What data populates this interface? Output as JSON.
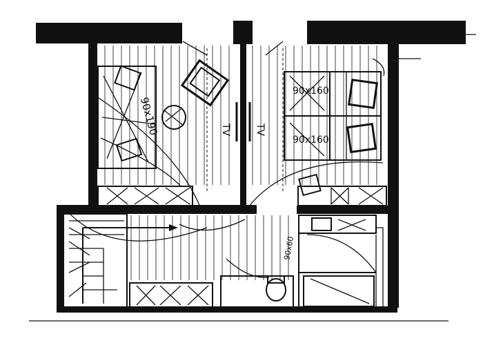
{
  "labels": {
    "bed_left": "90x190",
    "bed_right_top": "90x160",
    "bed_right_bottom": "90x160",
    "corridor_note": "90x60",
    "door_left": "TV",
    "door_right": "TV"
  },
  "colors": {
    "ink": "#111111",
    "paper": "#ffffff"
  }
}
